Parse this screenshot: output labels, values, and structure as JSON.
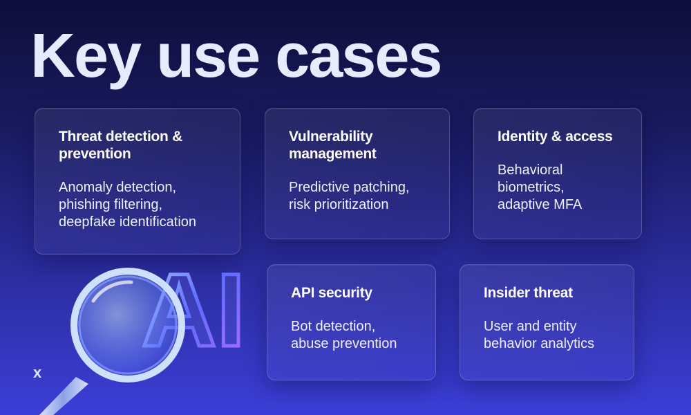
{
  "title": "Key use cases",
  "cards": [
    {
      "heading": "Threat detection &\nprevention",
      "body": "Anomaly detection,\nphishing filtering,\ndeepfake identification"
    },
    {
      "heading": "Vulnerability\nmanagement",
      "body": "Predictive patching,\nrisk prioritization"
    },
    {
      "heading": "Identity & access",
      "body": "Behavioral\nbiometrics,\nadaptive MFA"
    },
    {
      "heading": "API security",
      "body": "Bot detection,\nabuse prevention"
    },
    {
      "heading": "Insider threat",
      "body": "User and entity\nbehavior analytics"
    }
  ],
  "illustration": {
    "text": "AI",
    "icon": "magnifying-glass-icon"
  },
  "brand": {
    "glyph": "x",
    "icon": "brand-logo-icon"
  },
  "colors": {
    "accent_blue": "#3c3ed8",
    "dark_navy": "#0e0e3a",
    "text": "#ffffff"
  }
}
